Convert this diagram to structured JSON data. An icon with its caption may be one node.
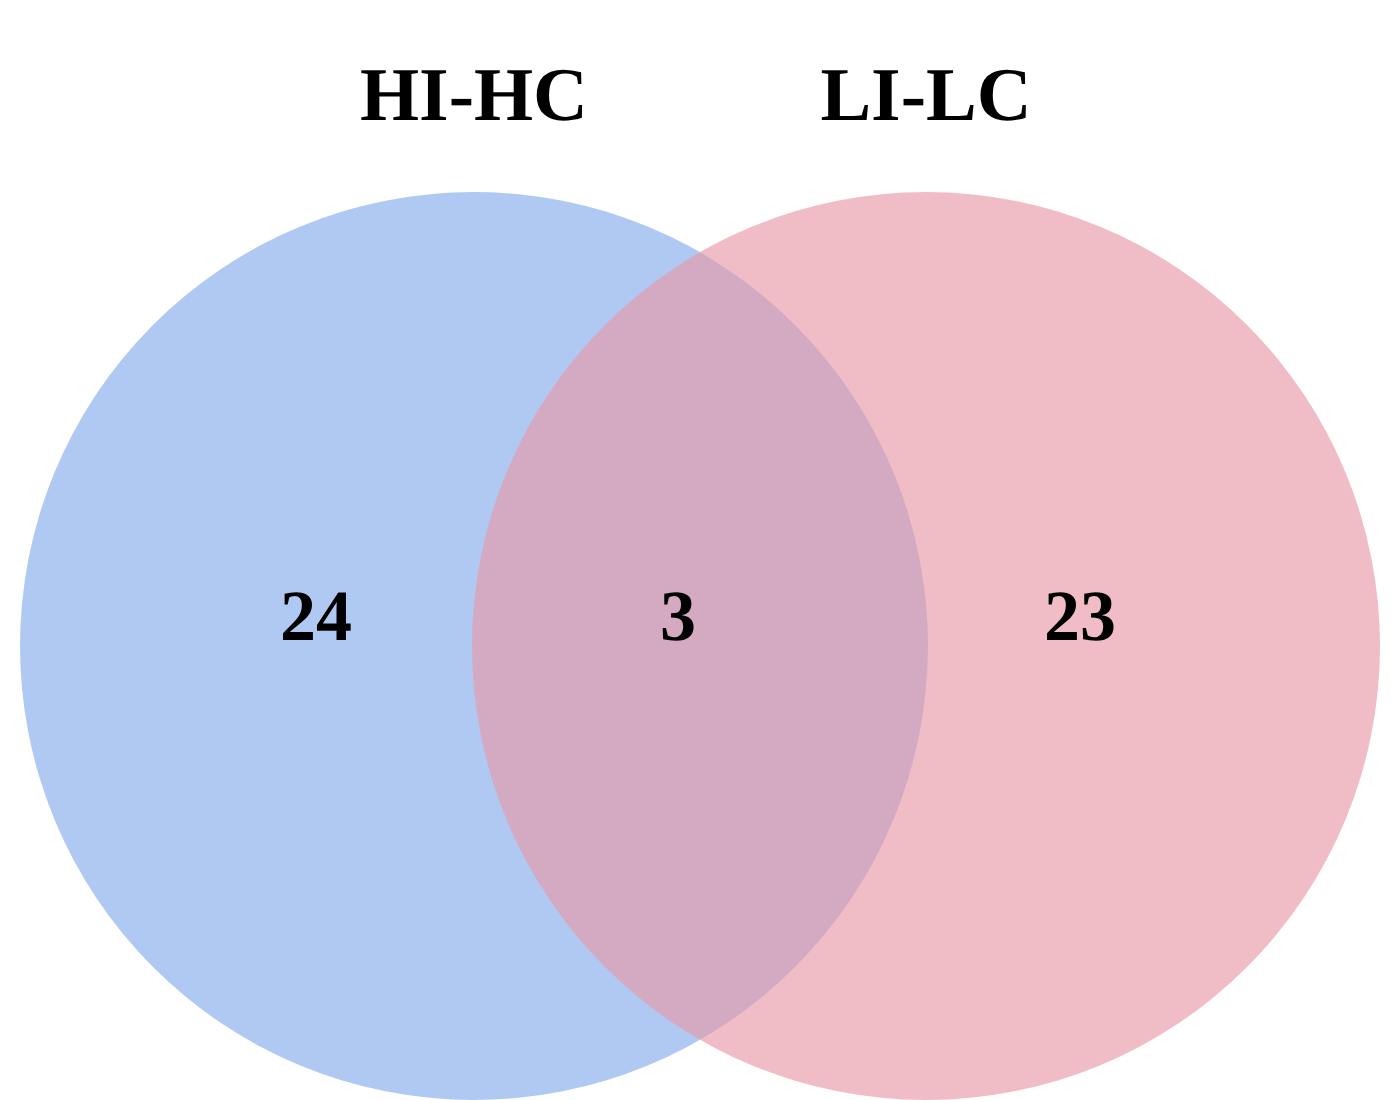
{
  "diagram": {
    "nodes": [
      {
        "text": [
          "HI-HC",
          "24"
        ]
      },
      {
        "text": [
          "LI-LC",
          "23"
        ]
      }
    ],
    "labels": [
      "3"
    ]
  }
}
